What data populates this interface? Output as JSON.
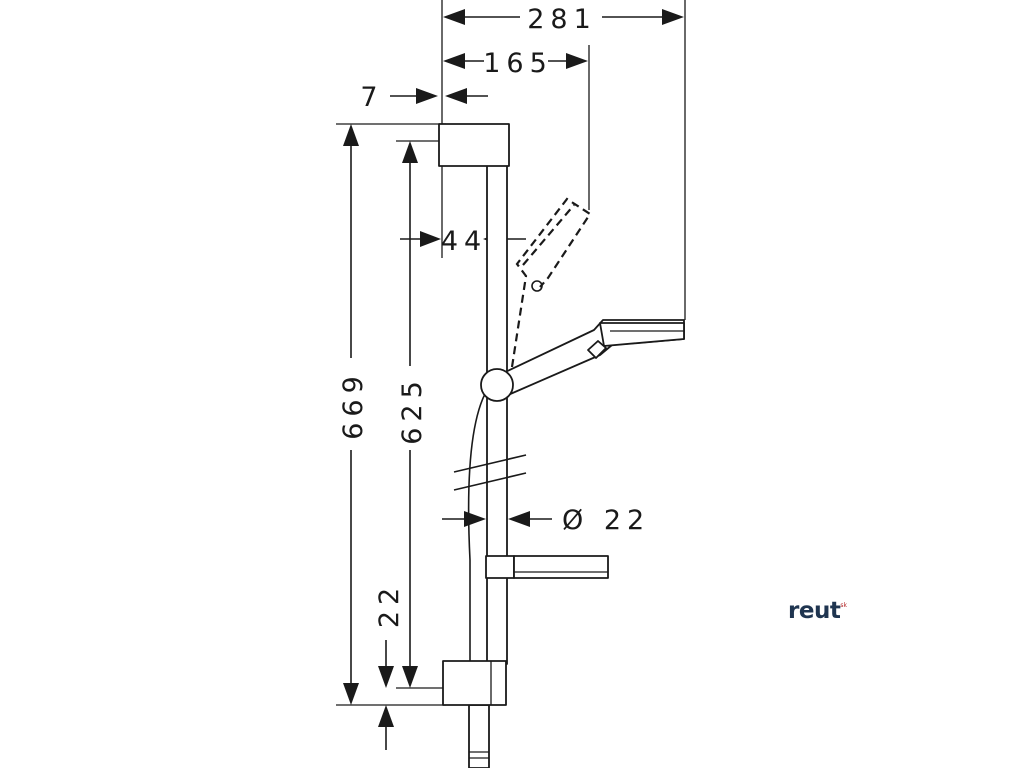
{
  "dimensions": {
    "total_projection": "281",
    "angled_projection": "165",
    "wall_offset": "7",
    "wall_gap": "44",
    "total_height": "669",
    "holes_spacing": "625",
    "bottom_offset": "22",
    "rail_diameter": "Ø 22"
  },
  "brand": {
    "text": "reut",
    "suffix": "sk",
    "color": "#1f3550",
    "suffix_color": "#b22222"
  },
  "colors": {
    "line": "#1a1a1a",
    "background": "#ffffff"
  }
}
